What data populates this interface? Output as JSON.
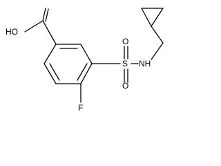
{
  "molecule": {
    "labels": {
      "hydroxyl": "HO",
      "sulfur": "S",
      "sulfonyl_oxygen_top": "O",
      "sulfonyl_oxygen_bottom": "O",
      "amine": "NH",
      "fluorine": "F"
    }
  }
}
